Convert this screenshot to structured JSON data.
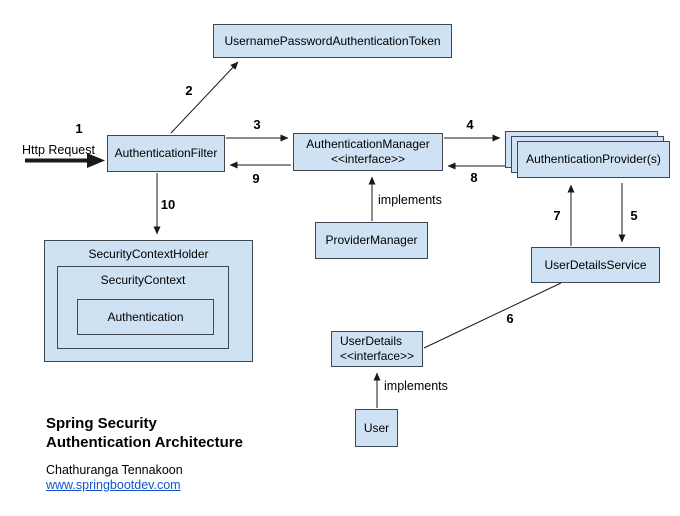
{
  "nodes": {
    "token": {
      "label": "UsernamePasswordAuthenticationToken"
    },
    "filter": {
      "label": "AuthenticationFilter"
    },
    "manager": {
      "line1": "AuthenticationManager",
      "line2": "<<interface>>"
    },
    "providers": {
      "label": "AuthenticationProvider(s)"
    },
    "provider_manager": {
      "label": "ProviderManager"
    },
    "security_context_holder": {
      "label": "SecurityContextHolder"
    },
    "security_context": {
      "label": "SecurityContext"
    },
    "authentication": {
      "label": "Authentication"
    },
    "user_details_service": {
      "label": "UserDetailsService"
    },
    "user_details": {
      "line1": "UserDetails",
      "line2": "<<interface>>"
    },
    "user": {
      "label": "User"
    }
  },
  "labels": {
    "http_request": "Http Request",
    "implements_manager": "implements",
    "implements_user_details": "implements"
  },
  "steps": [
    "1",
    "2",
    "3",
    "4",
    "5",
    "6",
    "7",
    "8",
    "9",
    "10"
  ],
  "footer": {
    "title_line1": "Spring Security",
    "title_line2": "Authentication Architecture",
    "author": "Chathuranga Tennakoon",
    "website": "www.springbootdev.com"
  },
  "colors": {
    "node_fill": "#cfe2f3",
    "node_border": "#3d4852",
    "line": "#1a1a1a",
    "link": "#1155cc"
  }
}
